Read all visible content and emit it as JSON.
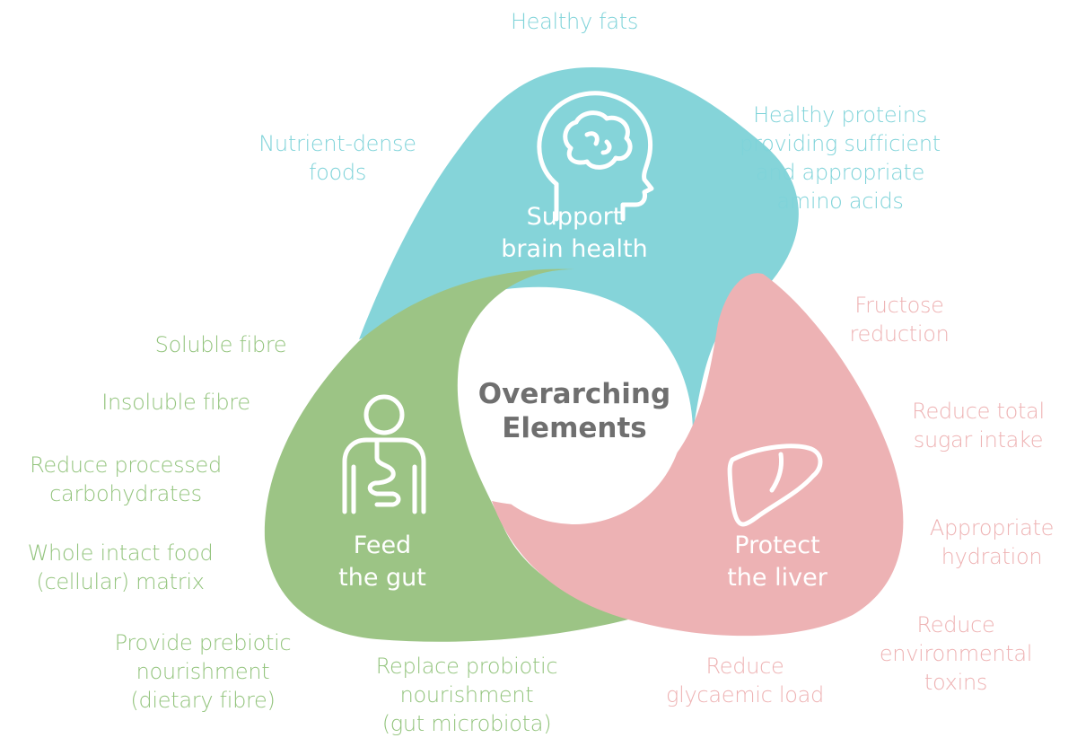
{
  "center": {
    "line1": "Overarching",
    "line2": "Elements"
  },
  "petals": {
    "brain": {
      "title_line1": "Support",
      "title_line2": "brain health",
      "color": "#85d4d9",
      "icon": "brain-head-icon"
    },
    "gut": {
      "title_line1": "Feed",
      "title_line2": "the gut",
      "color": "#9cc485",
      "icon": "torso-digestive-icon"
    },
    "liver": {
      "title_line1": "Protect",
      "title_line2": "the liver",
      "color": "#edb2b4",
      "icon": "liver-icon"
    }
  },
  "brain_labels": {
    "healthy_fats": "Healthy fats",
    "nutrient_dense": [
      "Nutrient-dense",
      "foods"
    ],
    "healthy_proteins": [
      "Healthy proteins",
      "providing sufficient",
      "and appropriate",
      "amino acids"
    ]
  },
  "gut_labels": {
    "soluble": "Soluble fibre",
    "insoluble": "Insoluble fibre",
    "processed": [
      "Reduce processed",
      "carbohydrates"
    ],
    "whole_food": [
      "Whole intact food",
      "(cellular) matrix"
    ],
    "prebiotic": [
      "Provide prebiotic",
      "nourishment",
      "(dietary fibre)"
    ],
    "probiotic": [
      "Replace probiotic",
      "nourishment",
      "(gut microbiota)"
    ]
  },
  "liver_labels": {
    "fructose": [
      "Fructose",
      "reduction"
    ],
    "sugar": [
      "Reduce total",
      "sugar intake"
    ],
    "hydration": [
      "Appropriate",
      "hydration"
    ],
    "toxins": [
      "Reduce",
      "environmental",
      "toxins"
    ],
    "glycaemic": [
      "Reduce",
      "glycaemic load"
    ]
  }
}
